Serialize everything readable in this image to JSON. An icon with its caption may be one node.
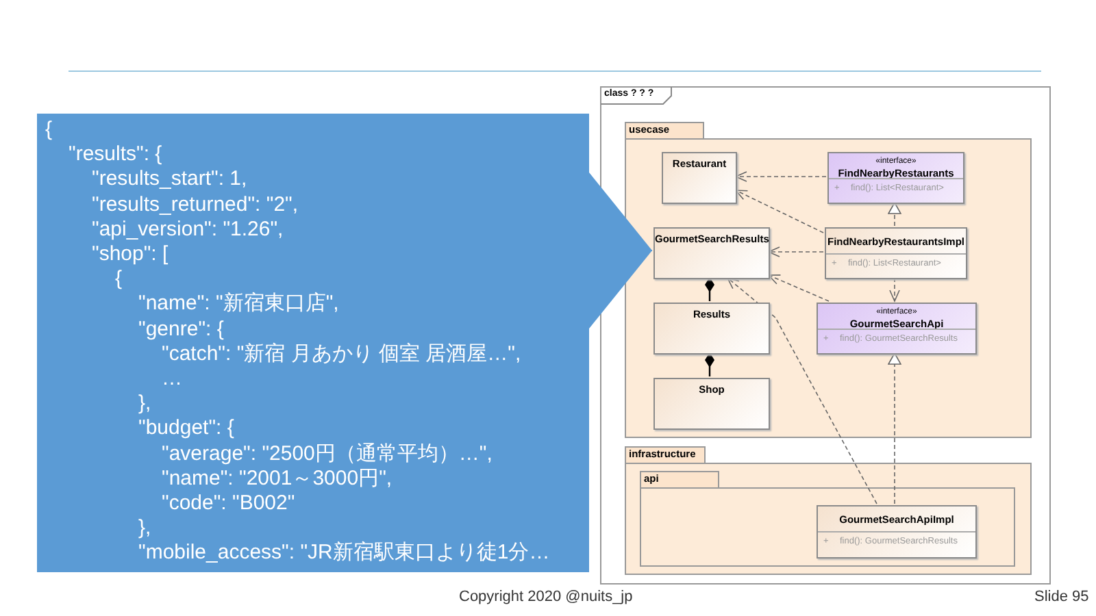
{
  "diagram": {
    "nodes": [
      {
        "text": [
          "{",
          "\"results\": {",
          "\"results_start\": 1,",
          "\"results_returned\": \"2\",",
          "\"api_version\": \"1.26\",",
          "\"shop\": [",
          "{",
          "\"name\": \"新宿東口店\",",
          "\"genre\": {",
          "\"catch\": \"新宿 月あかり 個室 居酒屋…\",",
          "…",
          "},",
          "\"budget\": {",
          "\"average\": \"2500円（通常平均）…\",",
          "\"name\": \"2001～3000円\",",
          "\"code\": \"B002\"",
          "},",
          "\"mobile_access\": \"JR新宿駅東口より徒1分…"
        ]
      },
      {
        "text": [
          "class ? ? ?"
        ]
      },
      {
        "text": [
          "usecase"
        ],
        "in": 1
      },
      {
        "text": [
          "Restaurant"
        ],
        "in": 2
      },
      {
        "text": [
          "«interface»",
          "FindNearbyRestaurants",
          "+",
          "find(): List<Restaurant>"
        ],
        "in": 2
      },
      {
        "text": [
          "GourmetSearchResults"
        ],
        "in": 2
      },
      {
        "text": [
          "FindNearbyRestaurantsImpl",
          "+",
          "find(): List<Restaurant>"
        ],
        "in": 2
      },
      {
        "text": [
          "Results"
        ],
        "in": 2
      },
      {
        "text": [
          "«interface»",
          "GourmetSearchApi",
          "+",
          "find(): GourmetSearchResults"
        ],
        "in": 2
      },
      {
        "text": [
          "Shop"
        ],
        "in": 2
      },
      {
        "text": [
          "infrastructure"
        ],
        "in": 1
      },
      {
        "text": [
          "api"
        ],
        "in": 10
      },
      {
        "text": [
          "GourmetSearchApiImpl",
          "+",
          "find(): GourmetSearchResults"
        ],
        "in": 11
      }
    ],
    "edges": [
      {
        "from": 4,
        "to": 3,
        "arrow": "to",
        "style": "dashed"
      },
      {
        "from": 6,
        "to": 3,
        "arrow": "to",
        "style": "dashed"
      },
      {
        "from": 6,
        "to": 5,
        "arrow": "to",
        "style": "dashed"
      },
      {
        "from": 6,
        "to": 4,
        "arrow": "to",
        "style": "dashed"
      },
      {
        "from": 6,
        "to": 8,
        "arrow": "to",
        "style": "dashed"
      },
      {
        "from": 8,
        "to": 5,
        "arrow": "to",
        "style": "dashed"
      },
      {
        "from": 12,
        "to": 5,
        "arrow": "to",
        "style": "dashed"
      },
      {
        "from": 12,
        "to": 8,
        "arrow": "to",
        "style": "dashed"
      },
      {
        "from": 5,
        "to": 7,
        "arrow": "other",
        "color": "#000000"
      },
      {
        "from": 7,
        "to": 9,
        "arrow": "other",
        "color": "#000000"
      },
      {
        "from": 0,
        "to": 5,
        "arrow": "to",
        "color": "#5b9bd5"
      }
    ],
    "labels": [
      "Copyright 2020 @nuits_jp",
      "Slide 95"
    ]
  }
}
